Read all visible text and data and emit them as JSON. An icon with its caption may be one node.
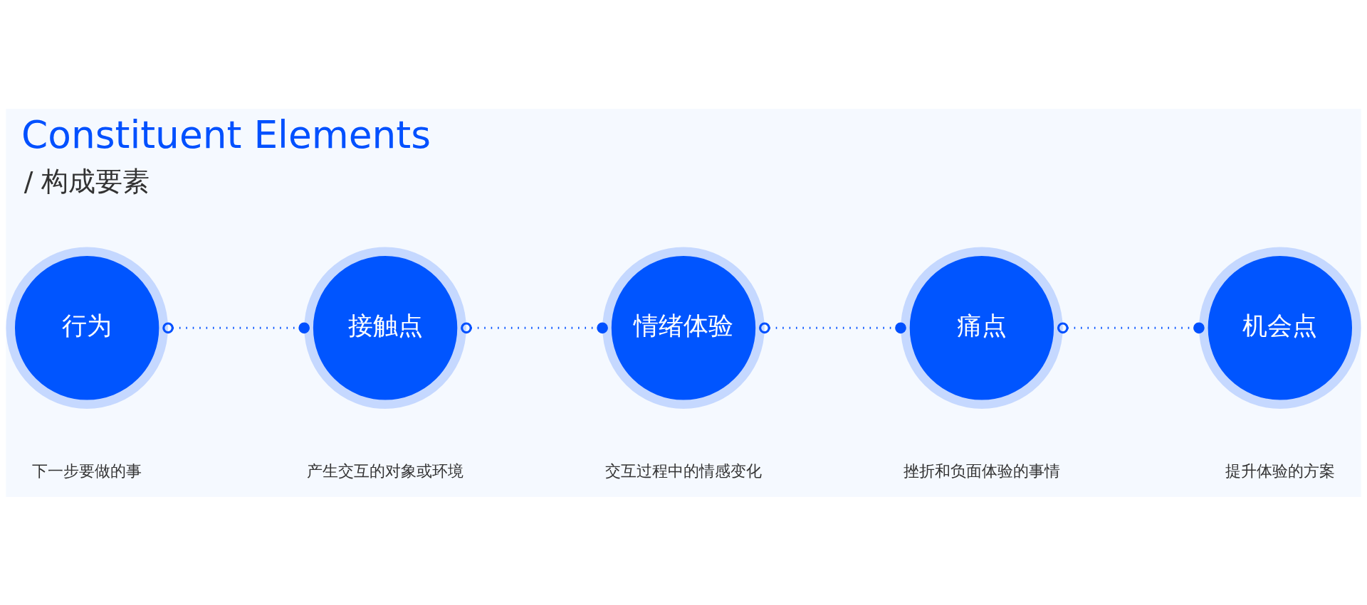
{
  "diagram": {
    "title": "Constituent Elements",
    "nodes": [
      {
        "text": [
          "行为"
        ],
        "beside": [
          "下一步要做的事"
        ]
      },
      {
        "text": [
          "接触点"
        ],
        "beside": [
          "产生交互的对象或环境"
        ]
      },
      {
        "text": [
          "情绪体验"
        ],
        "beside": [
          "交互过程中的情感变化"
        ]
      },
      {
        "text": [
          "痛点"
        ],
        "beside": [
          "挫折和负面体验的事情"
        ]
      },
      {
        "text": [
          "机会点"
        ],
        "beside": [
          "提升体验的方案"
        ]
      }
    ],
    "edges": [
      {
        "from": 0,
        "to": 1,
        "arrow": "other",
        "style": "dashed"
      },
      {
        "from": 1,
        "to": 2,
        "arrow": "other",
        "style": "dashed"
      },
      {
        "from": 2,
        "to": 3,
        "arrow": "other",
        "style": "dashed"
      },
      {
        "from": 3,
        "to": 4,
        "arrow": "other",
        "style": "dashed"
      }
    ],
    "labels": [
      "/ 构成要素"
    ]
  }
}
